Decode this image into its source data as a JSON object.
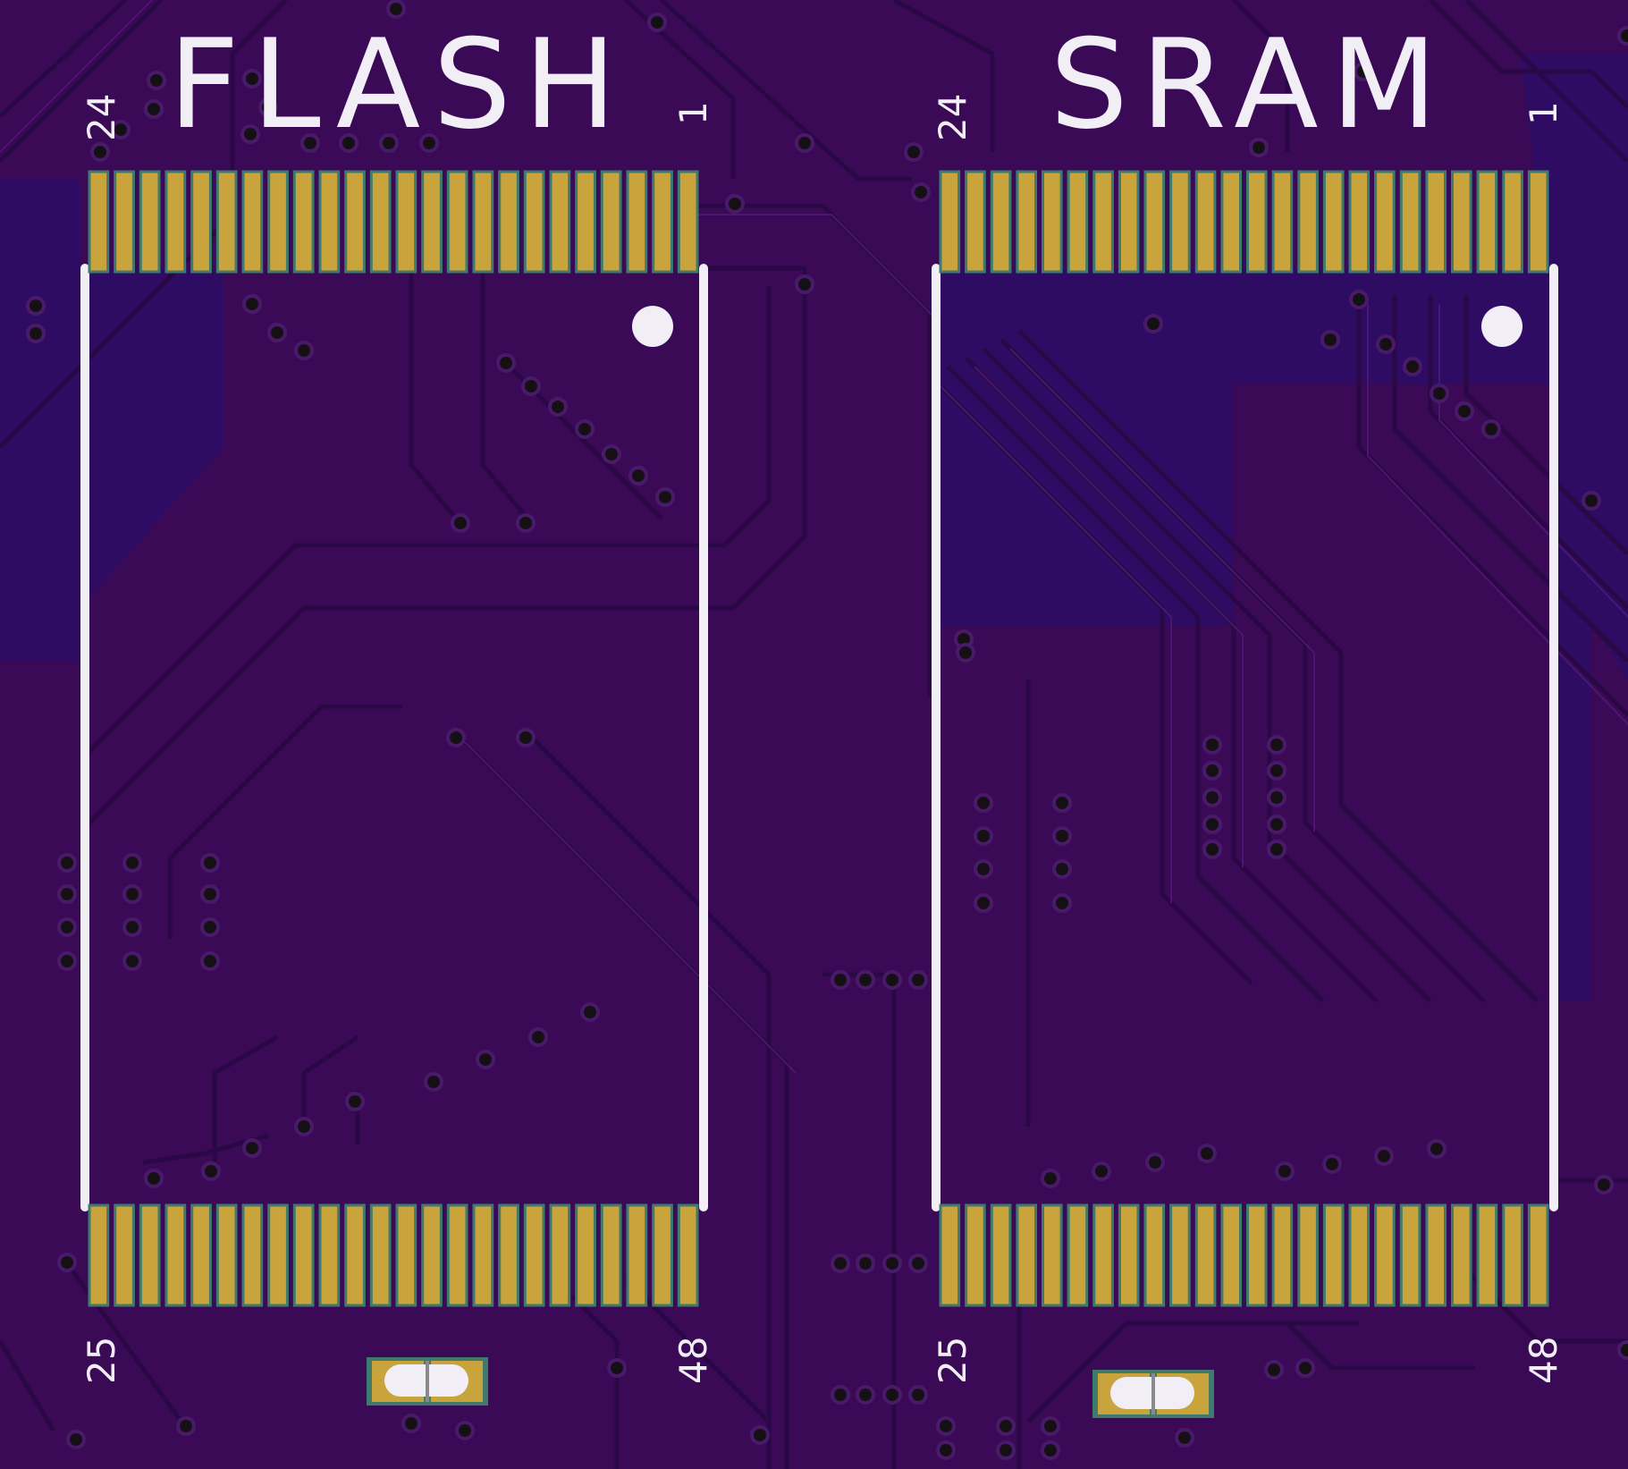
{
  "board": {
    "colors": {
      "substrate": "#3a0a57",
      "copper_pour": "#2c0b61",
      "trace": "#2a0845",
      "pad_gold": "#c9a33c",
      "pad_edge": "#3f7a6c",
      "silkscreen": "#f2eef5",
      "via": "#141014"
    },
    "footprints": [
      {
        "label": "FLASH",
        "pin_labels": {
          "top_left": "24",
          "top_right": "1",
          "bottom_left": "25",
          "bottom_right": "48"
        },
        "pins_per_row": 24
      },
      {
        "label": "SRAM",
        "pin_labels": {
          "top_left": "24",
          "top_right": "1",
          "bottom_left": "25",
          "bottom_right": "48"
        },
        "pins_per_row": 24
      }
    ]
  }
}
